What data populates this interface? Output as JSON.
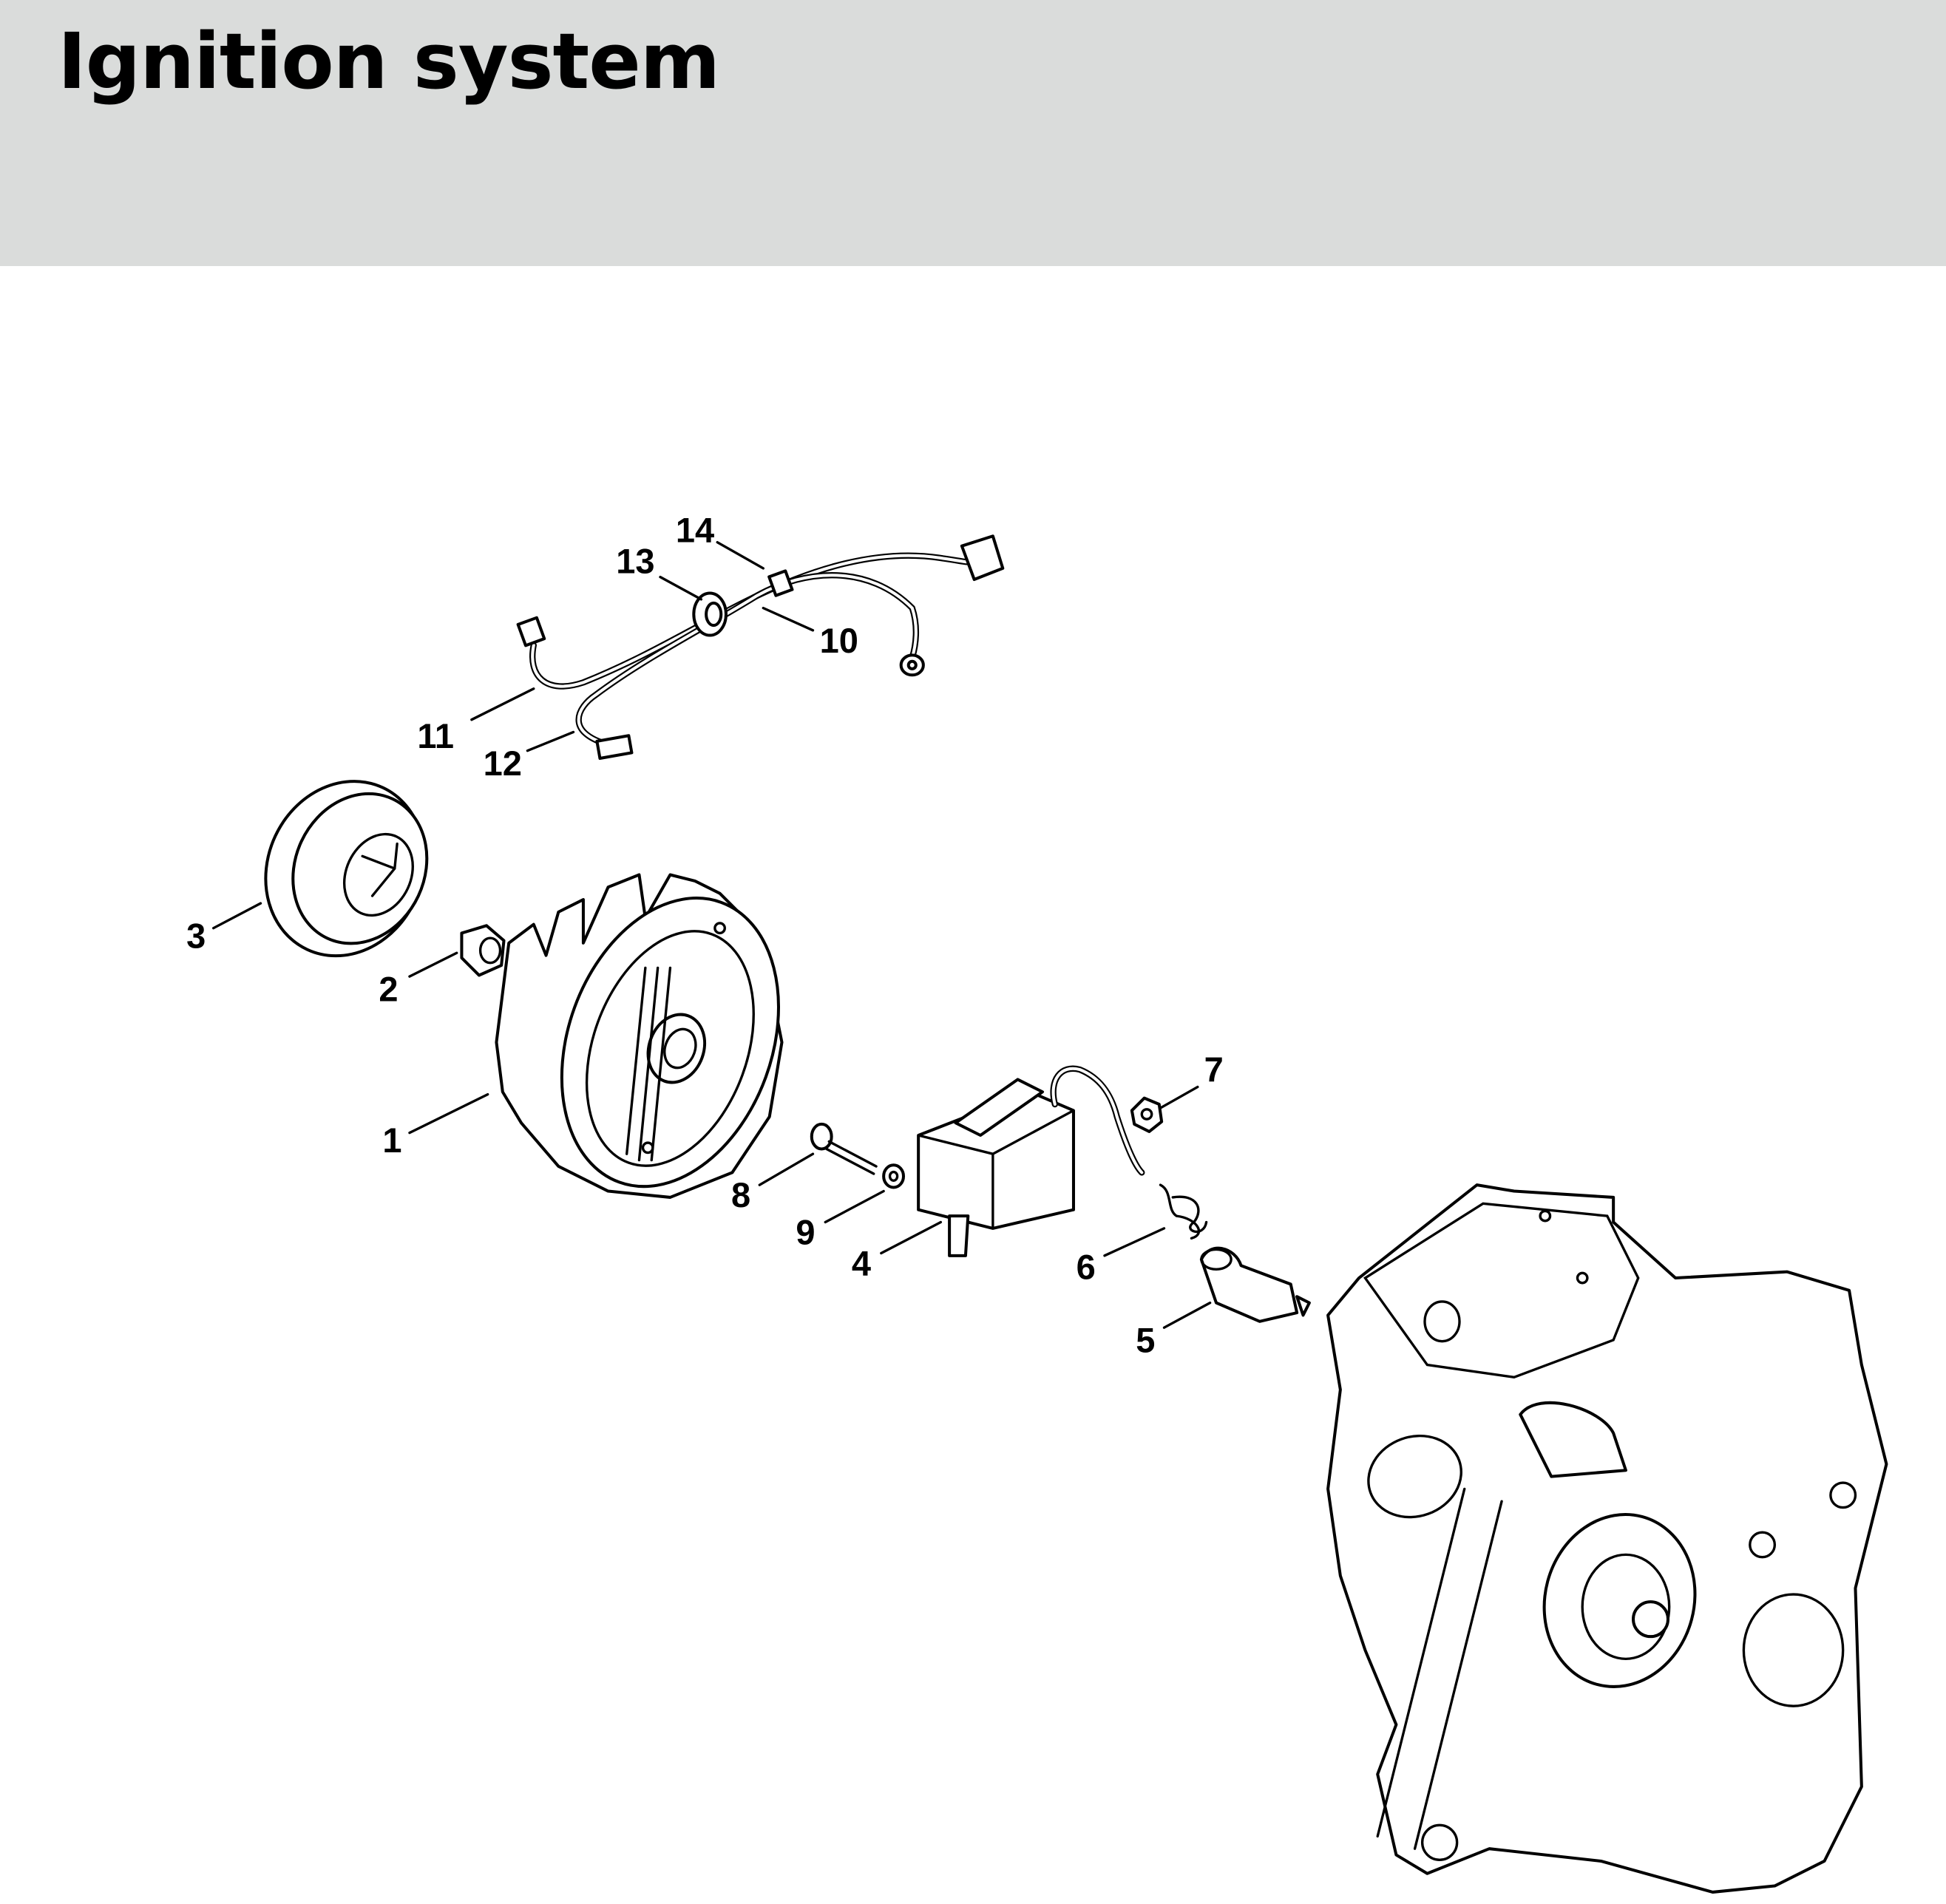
{
  "header": {
    "title": "Ignition system"
  },
  "colors": {
    "header_bg": "#dadcdb",
    "line": "#000000"
  },
  "callouts": [
    "1",
    "2",
    "3",
    "4",
    "5",
    "6",
    "7",
    "8",
    "9",
    "10",
    "11",
    "12",
    "13",
    "14"
  ]
}
